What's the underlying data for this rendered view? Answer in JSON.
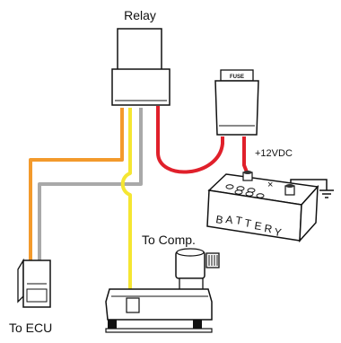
{
  "diagram": {
    "labels": {
      "relay": "Relay",
      "fuse": "FUSE",
      "voltage": "+12VDC",
      "battery": [
        "B",
        "A",
        "T",
        "T",
        "E",
        "R",
        "Y"
      ],
      "to_comp": "To Comp.",
      "to_ecu": "To ECU"
    },
    "wire_colors": {
      "orange": "#f39a2c",
      "gray": "#a9a9a9",
      "yellow": "#f5e632",
      "red": "#e0202b",
      "black": "#111111"
    }
  }
}
